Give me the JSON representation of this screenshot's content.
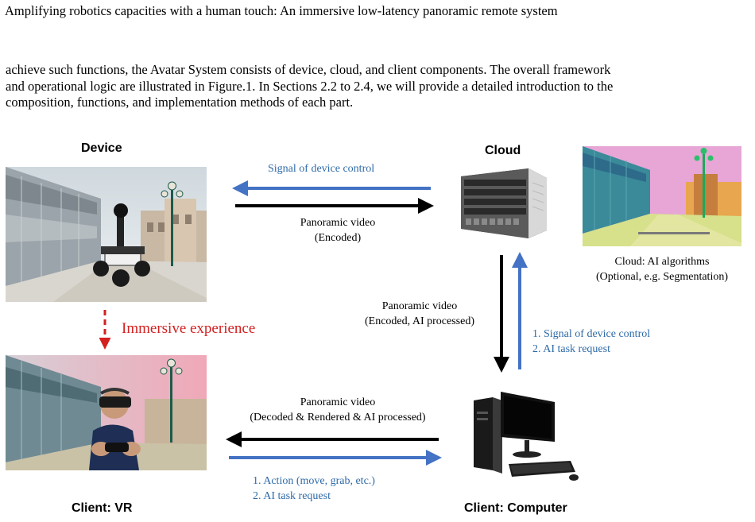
{
  "running_title": "Amplifying robotics capacities with a human touch: An immersive low-latency panoramic remote system",
  "paragraph_lines": [
    "achieve such functions, the Avatar System consists of device, cloud, and client components. The overall framework",
    "and operational logic are illustrated in Figure.1. In Sections 2.2 to 2.4, we will provide a detailed introduction to the",
    "composition, functions, and implementation methods of each part."
  ],
  "figure": {
    "headers": {
      "device": "Device",
      "cloud": "Cloud",
      "client_vr": "Client: VR",
      "client_computer": "Client: Computer"
    },
    "arrow_labels": {
      "signal_device_control": "Signal of device control",
      "panoramic_encoded_1": "Panoramic video",
      "panoramic_encoded_2": "(Encoded)",
      "panoramic_ai_1": "Panoramic video",
      "panoramic_ai_2": "(Encoded, AI processed)",
      "cloud_request_1": "1. Signal of device control",
      "cloud_request_2": "2. AI task request",
      "panoramic_rendered_1": "Panoramic video",
      "panoramic_rendered_2": "(Decoded & Rendered & AI processed)",
      "client_action_1": "1. Action (move, grab, etc.)",
      "client_action_2": "2. AI task request",
      "immersive": "Immersive experience"
    },
    "cloud_ai": {
      "line1": "Cloud: AI algorithms",
      "line2": "(Optional, e.g. Segmentation)"
    },
    "colors": {
      "blue_arrow": "#4472c4",
      "blue_text": "#2e6aa8",
      "black_arrow": "#000000",
      "red_text": "#d42020"
    }
  }
}
